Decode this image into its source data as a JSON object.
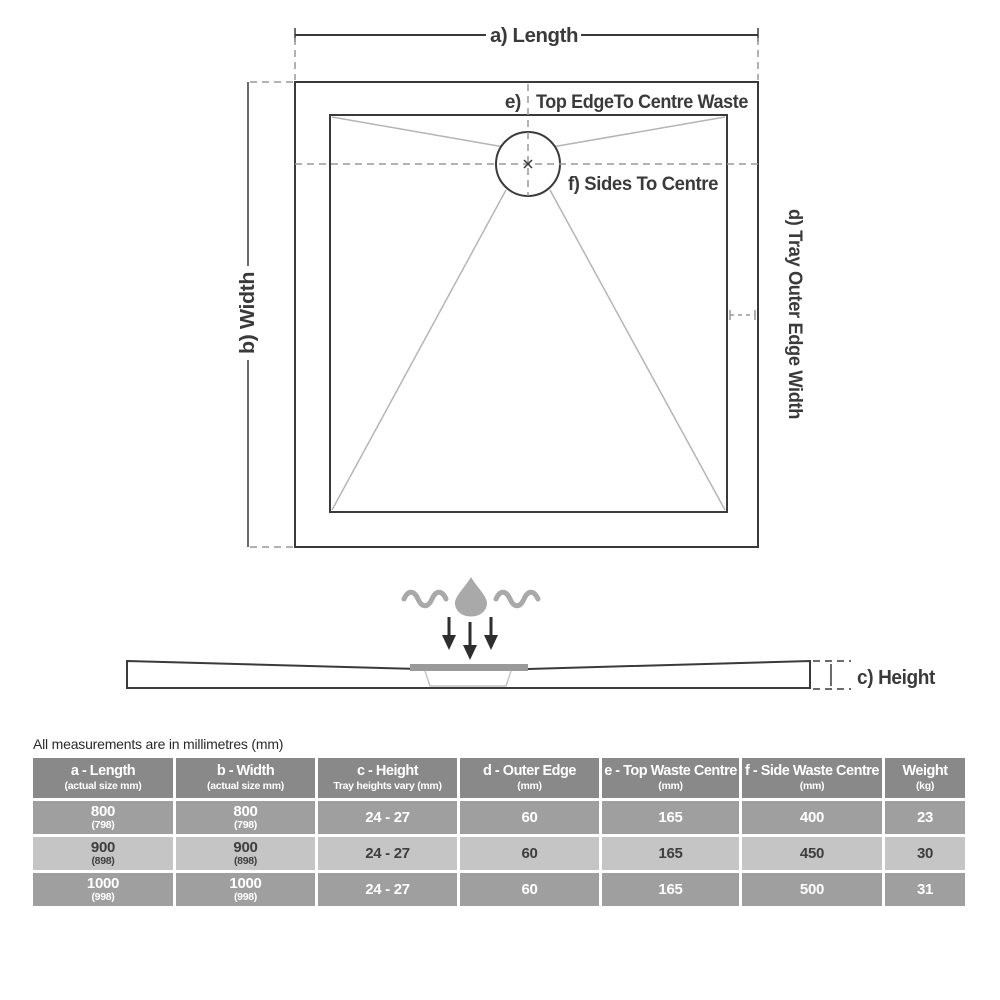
{
  "note": "All measurements are in millimetres (mm)",
  "top_view": {
    "length_label": "a) Length",
    "width_label": "b) Width",
    "waste_label_prefix": "e)",
    "waste_label": "Top EdgeTo Centre Waste",
    "sides_label": "f) Sides To Centre",
    "outer_edge_label": "d) Tray Outer Edge Width"
  },
  "side_view": {
    "height_label": "c) Height"
  },
  "colors": {
    "line_dark": "#3a3a3a",
    "diagonal_grey": "#b5b5b5",
    "dashed_grey": "#999999",
    "icon_grey": "#a9a9a9",
    "drain_bar_grey": "#9a9a9a",
    "table_header_bg": "#898989",
    "table_row_dark_bg": "#9f9f9f",
    "table_row_light_bg": "#c5c5c5"
  },
  "table": {
    "headers": [
      {
        "title": "a - Length",
        "sub": "(actual size mm)"
      },
      {
        "title": "b - Width",
        "sub": "(actual size mm)"
      },
      {
        "title": "c - Height",
        "sub": "Tray heights vary (mm)"
      },
      {
        "title": "d - Outer Edge",
        "sub": "(mm)"
      },
      {
        "title": "e - Top Waste Centre",
        "sub": "(mm)"
      },
      {
        "title": "f - Side Waste Centre",
        "sub": "(mm)"
      },
      {
        "title": "Weight",
        "sub": "(kg)"
      }
    ],
    "rows": [
      [
        {
          "v": "800",
          "sub": "(798)"
        },
        {
          "v": "800",
          "sub": "(798)"
        },
        {
          "v": "24 - 27"
        },
        {
          "v": "60"
        },
        {
          "v": "165"
        },
        {
          "v": "400"
        },
        {
          "v": "23"
        }
      ],
      [
        {
          "v": "900",
          "sub": "(898)"
        },
        {
          "v": "900",
          "sub": "(898)"
        },
        {
          "v": "24 - 27"
        },
        {
          "v": "60"
        },
        {
          "v": "165"
        },
        {
          "v": "450"
        },
        {
          "v": "30"
        }
      ],
      [
        {
          "v": "1000",
          "sub": "(998)"
        },
        {
          "v": "1000",
          "sub": "(998)"
        },
        {
          "v": "24 - 27"
        },
        {
          "v": "60"
        },
        {
          "v": "165"
        },
        {
          "v": "500"
        },
        {
          "v": "31"
        }
      ]
    ]
  }
}
